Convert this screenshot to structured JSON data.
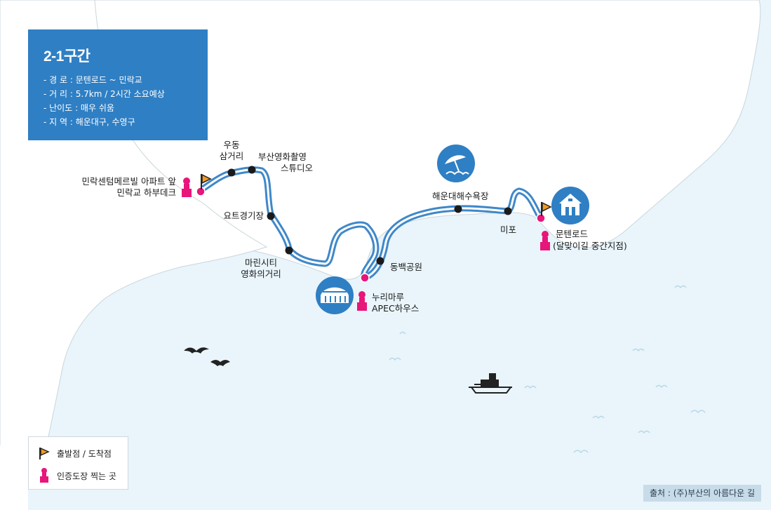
{
  "info": {
    "title": "2-1구간",
    "rows": [
      "- 경  로 : 문텐로드 ~ 민락교",
      "- 거  리 : 5.7km / 2시간 소요예상",
      "- 난이도 : 매우 쉬움",
      "- 지  역 : 해운대구, 수영구"
    ]
  },
  "places": {
    "start_1": "민락센텀메르빌 아파트 앞",
    "start_2": "민락교 하부데크",
    "udong_1": "우동",
    "udong_2": "삼거리",
    "studio_1": "부산영화촬영",
    "studio_2": "스튜디오",
    "yacht": "요트경기장",
    "marine_1": "마린시티",
    "marine_2": "영화의거리",
    "nurimaru_1": "누리마루",
    "nurimaru_2": "APEC하우스",
    "dongbaek": "동백공원",
    "beach": "해운대해수욕장",
    "mipo": "미포",
    "moontan_1": "문텐로드",
    "moontan_2": "(달맞이길 중간지점)"
  },
  "legend": {
    "flag_label": "출발점 / 도착점",
    "stamp_label": "인증도장 찍는 곳"
  },
  "source": "출처 : (주)부산의 아름다운 길",
  "colors": {
    "sea": "#e9f5fb",
    "land": "#ffffff",
    "route": "#3f88c9",
    "info_bg": "#2f7fc4",
    "stamp": "#e8157a",
    "flag": "#f29a22",
    "icon_circle": "#2f7fc4"
  },
  "icons": [
    "flag-icon",
    "stamp-icon",
    "stadium-icon",
    "beach-icon",
    "house-icon",
    "ship-icon",
    "bird-icon",
    "wave-icon"
  ]
}
